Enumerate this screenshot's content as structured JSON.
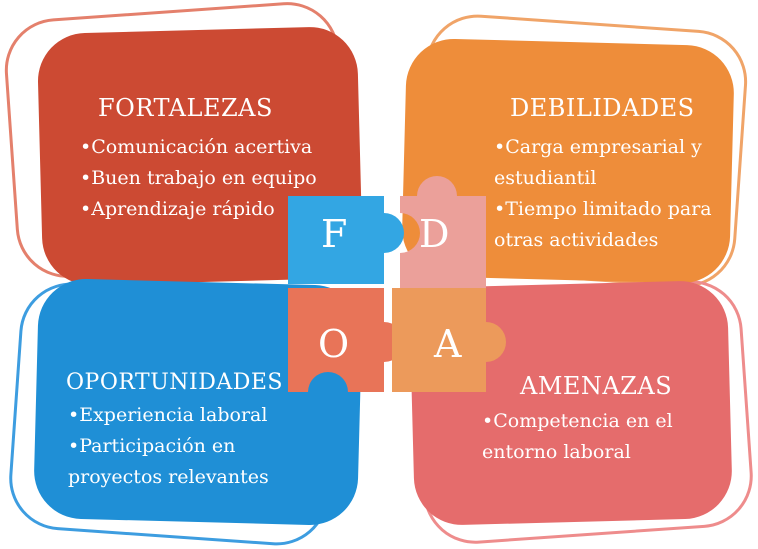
{
  "colors": {
    "fortalezas": "#cc4a33",
    "debilidades": "#ee8d3a",
    "oportunidades": "#1f8fd6",
    "amenazas": "#e56c6c",
    "piece_f": "#33a6e3",
    "piece_d": "#eba09a",
    "piece_o": "#e87458",
    "piece_a": "#ec9a5b"
  },
  "quadrants": {
    "fortalezas": {
      "title": "FORTALEZAS",
      "items": [
        "Comunicación acertiva",
        "Buen trabajo en equipo",
        "Aprendizaje rápido"
      ]
    },
    "debilidades": {
      "title": "DEBILIDADES",
      "items": [
        "Carga empresarial y estudiantil",
        "Tiempo limitado para otras actividades"
      ]
    },
    "oportunidades": {
      "title": "OPORTUNIDADES",
      "items": [
        "Experiencia laboral",
        "Participación en proyectos relevantes"
      ]
    },
    "amenazas": {
      "title": "AMENAZAS",
      "items": [
        "Competencia en el entorno laboral"
      ]
    }
  },
  "bullet": "•",
  "puzzle": {
    "f": "F",
    "d": "D",
    "o": "O",
    "a": "A"
  }
}
